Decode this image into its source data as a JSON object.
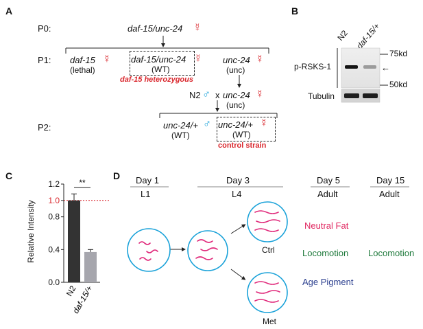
{
  "panels": {
    "a": "A",
    "b": "B",
    "c": "C",
    "d": "D"
  },
  "panel_a": {
    "p0_label": "P0:",
    "p0_cross": "daf-15/unc-24",
    "p1_label": "P1:",
    "p1_col1_geno": "daf-15",
    "p1_col1_pheno": "(lethal)",
    "p1_col2_geno": "daf-15/unc-24",
    "p1_col2_pheno": "(WT)",
    "p1_col2_note": "daf-15 heterozygous",
    "p1_col3_geno": "unc-24",
    "p1_col3_pheno": "(unc)",
    "cross_n2": "N2",
    "cross_x": "x",
    "cross_unc": "unc-24",
    "cross_unc_pheno": "(unc)",
    "p2_label": "P2:",
    "p2_col1_geno": "unc-24/+",
    "p2_col1_pheno": "(WT)",
    "p2_col2_geno": "unc-24/+",
    "p2_col2_pheno": "(WT)",
    "p2_col2_note": "control strain",
    "female_symbol": "☿",
    "male_symbol": "♂"
  },
  "panel_b": {
    "lanes": [
      "N2",
      "daf-15/+"
    ],
    "marker_75": "75kd",
    "marker_50": "50kd",
    "band_label": "p-RSKS-1",
    "arrow": "←",
    "loading_label": "Tubulin",
    "band_intensity": [
      1.0,
      0.37
    ]
  },
  "panel_d": {
    "stages": [
      {
        "day": "Day 1",
        "stage": "L1"
      },
      {
        "day": "Day 3",
        "stage": "L4"
      },
      {
        "day": "Day 5",
        "stage": "Adult"
      },
      {
        "day": "Day 15",
        "stage": "Adult"
      }
    ],
    "group_ctrl": "Ctrl",
    "group_met": "Met",
    "assay_fat": "Neutral Fat",
    "assay_loco_day5": "Locomotion",
    "assay_loco_day15": "Locomotion",
    "assay_pigment": "Age Pigment",
    "colors": {
      "circle": "#1aa2d9",
      "worm": "#e0287a",
      "fat": "#e0245e",
      "loco": "#1f7a3c",
      "pigment": "#2b3f8f"
    }
  },
  "chart_data": {
    "type": "bar",
    "categories": [
      "N2",
      "daf-15/+"
    ],
    "values": [
      1.0,
      0.37
    ],
    "errors": [
      0.08,
      0.03
    ],
    "ylabel": "Relative Intensity",
    "ylim": [
      0,
      1.2
    ],
    "yticks": [
      "0.0",
      "0.4",
      "0.8",
      "1.0",
      "1.2"
    ],
    "reference_line": 1.0,
    "significance": "**",
    "bar_colors": [
      "#333333",
      "#a6a6ad"
    ],
    "grid": false
  }
}
